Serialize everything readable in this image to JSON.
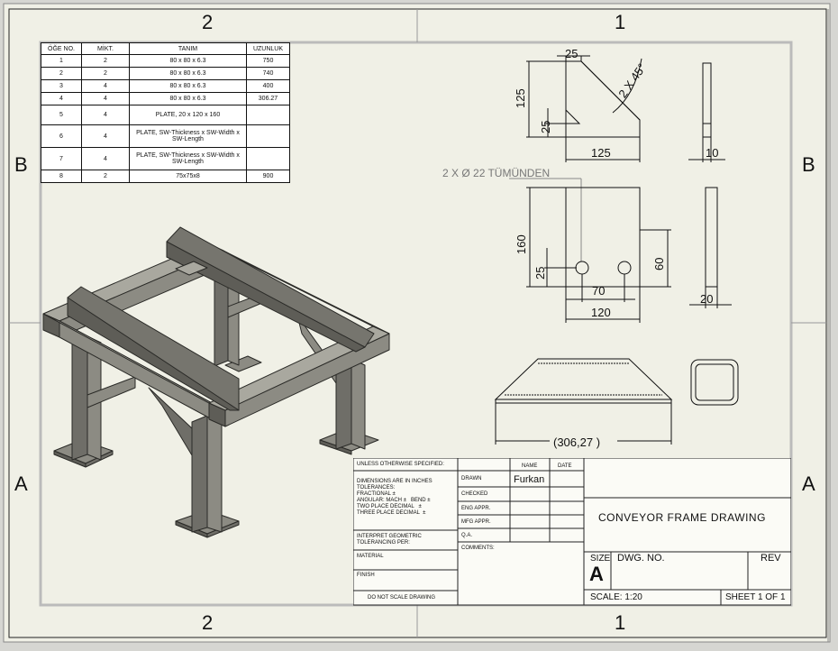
{
  "zones": {
    "top_left": "2",
    "top_right": "1",
    "bottom_left": "2",
    "bottom_right": "1",
    "left_upper": "B",
    "left_lower": "A",
    "right_upper": "B",
    "right_lower": "A"
  },
  "bom": {
    "headers": [
      "ÖĞE NO.",
      "MİKT.",
      "TANIM",
      "UZUNLUK"
    ],
    "rows": [
      [
        "1",
        "2",
        "80 x 80 x 6.3",
        "750"
      ],
      [
        "2",
        "2",
        "80 x 80 x 6.3",
        "740"
      ],
      [
        "3",
        "4",
        "80 x 80 x 6.3",
        "400"
      ],
      [
        "4",
        "4",
        "80 x 80 x 6.3",
        "306.27"
      ],
      [
        "5",
        "4",
        "PLATE, 20 x 120 x 160",
        ""
      ],
      [
        "6",
        "4",
        "PLATE, SW-Thickness x SW-Width x SW-Length",
        ""
      ],
      [
        "7",
        "4",
        "PLATE, SW-Thickness x SW-Width x SW-Length",
        ""
      ],
      [
        "8",
        "2",
        "75x75x8",
        "900"
      ]
    ]
  },
  "dims": {
    "gusset_top": "25",
    "gusset_chamfer": "2 X 45°",
    "gusset_height": "125",
    "gusset_small": "25",
    "gusset_width": "125",
    "gusset_thick": "10",
    "hole_note": "2 X Ø 22 TÜMÜNDEN",
    "plate_height": "160",
    "plate_hole_y": "25",
    "plate_hole_h": "60",
    "plate_hole_x": "70",
    "plate_width": "120",
    "plate_thick": "20",
    "angle_length": "(306,27 )"
  },
  "title_block": {
    "unless": "UNLESS OTHERWISE SPECIFIED:",
    "name_col": "NAME",
    "date_col": "DATE",
    "dims_note": "DIMENSIONS ARE IN INCHES\nTOLERANCES:\nFRACTIONAL ±\nANGULAR: MACH ±   BEND ±\nTWO PLACE DECIMAL   ±\nTHREE PLACE DECIMAL  ±",
    "interpret": "INTERPRET GEOMETRIC\nTOLERANCING PER:",
    "material": "MATERIAL",
    "finish": "FINISH",
    "no_scale": "DO NOT SCALE DRAWING",
    "drawn": "DRAWN",
    "drawn_name": "Furkan",
    "checked": "CHECKED",
    "eng_appr": "ENG APPR.",
    "mfg_appr": "MFG APPR.",
    "qa": "Q.A.",
    "comments": "COMMENTS:",
    "title": "CONVEYOR FRAME DRAWING",
    "size_label": "SIZE",
    "size_value": "A",
    "dwg_no": "DWG.  NO.",
    "rev": "REV",
    "scale": "SCALE: 1:20",
    "sheet": "SHEET 1 OF 1"
  },
  "colors": {
    "paper": "#f0f0e6",
    "line": "#111111",
    "steel": "#8c8b83",
    "steel_dark": "#5e5d57",
    "steel_light": "#a9a89f"
  }
}
